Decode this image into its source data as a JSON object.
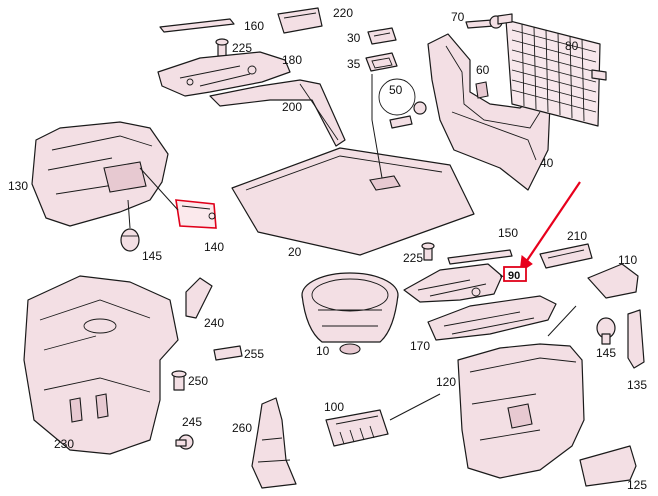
{
  "diagram": {
    "callouts": {
      "c10": "10",
      "c20": "20",
      "c30": "30",
      "c35": "35",
      "c40": "40",
      "c50": "50",
      "c60": "60",
      "c70": "70",
      "c80": "80",
      "c100": "100",
      "c110": "110",
      "c120": "120",
      "c125": "125",
      "c130": "130",
      "c135": "135",
      "c140": "140",
      "c145a": "145",
      "c145b": "145",
      "c150": "150",
      "c160": "160",
      "c170": "170",
      "c180": "180",
      "c200": "200",
      "c210": "210",
      "c220": "220",
      "c225a": "225",
      "c225b": "225",
      "c230": "230",
      "c240": "240",
      "c245": "245",
      "c250": "250",
      "c255": "255",
      "c260": "260"
    },
    "highlighted_callout": "90",
    "highlight_color": "#e0001a",
    "part_fill_color": "#f3dfe4"
  }
}
